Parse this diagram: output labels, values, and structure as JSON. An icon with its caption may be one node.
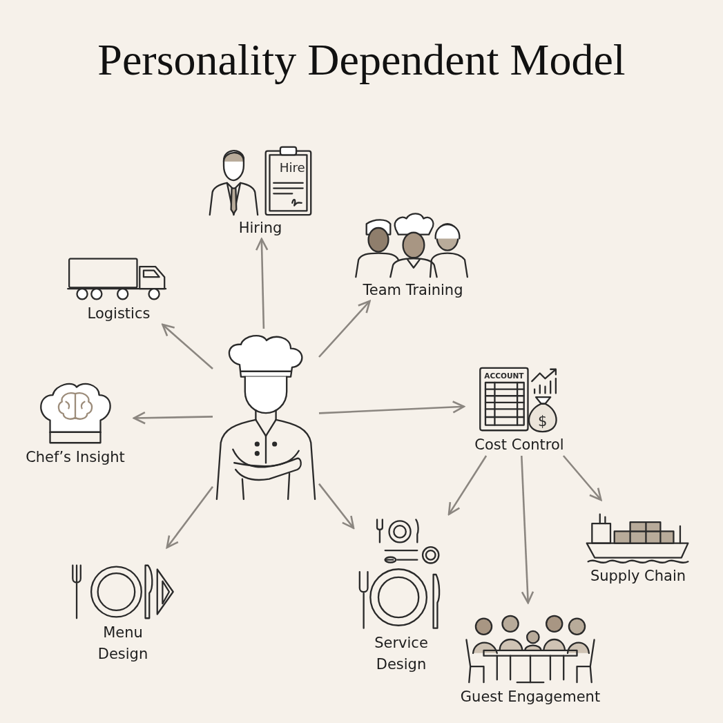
{
  "diagram": {
    "title": "Personality Dependent Model",
    "nodes": [
      {
        "text": [
          "Hiring"
        ]
      },
      {
        "text": [
          "Team Training"
        ]
      },
      {
        "text": [
          "Logistics"
        ]
      },
      {
        "text": [],
        "shape": "picture"
      },
      {
        "text": [
          "Cost Control"
        ]
      },
      {
        "text": [
          "Chef’s Insight"
        ]
      },
      {
        "text": [
          "Menu Design"
        ]
      },
      {
        "text": [
          "Service Design"
        ]
      },
      {
        "text": [
          "Supply Chain"
        ]
      },
      {
        "text": [
          "Guest Engagement"
        ]
      }
    ],
    "edges": [
      {
        "from": 3,
        "to": 0,
        "arrow": "to"
      },
      {
        "from": 3,
        "to": 1,
        "arrow": "to"
      },
      {
        "from": 3,
        "to": 2,
        "arrow": "to"
      },
      {
        "from": 3,
        "to": 4,
        "arrow": "to"
      },
      {
        "from": 3,
        "to": 5,
        "arrow": "to"
      },
      {
        "from": 3,
        "to": 6,
        "arrow": "to"
      },
      {
        "from": 3,
        "to": 7,
        "arrow": "to"
      },
      {
        "from": 4,
        "to": 7,
        "arrow": "to"
      },
      {
        "from": 4,
        "to": 9,
        "arrow": "to"
      },
      {
        "from": 4,
        "to": 8,
        "arrow": "to"
      }
    ],
    "labels": [
      "Hire",
      "ACCOUNT",
      "$"
    ]
  }
}
